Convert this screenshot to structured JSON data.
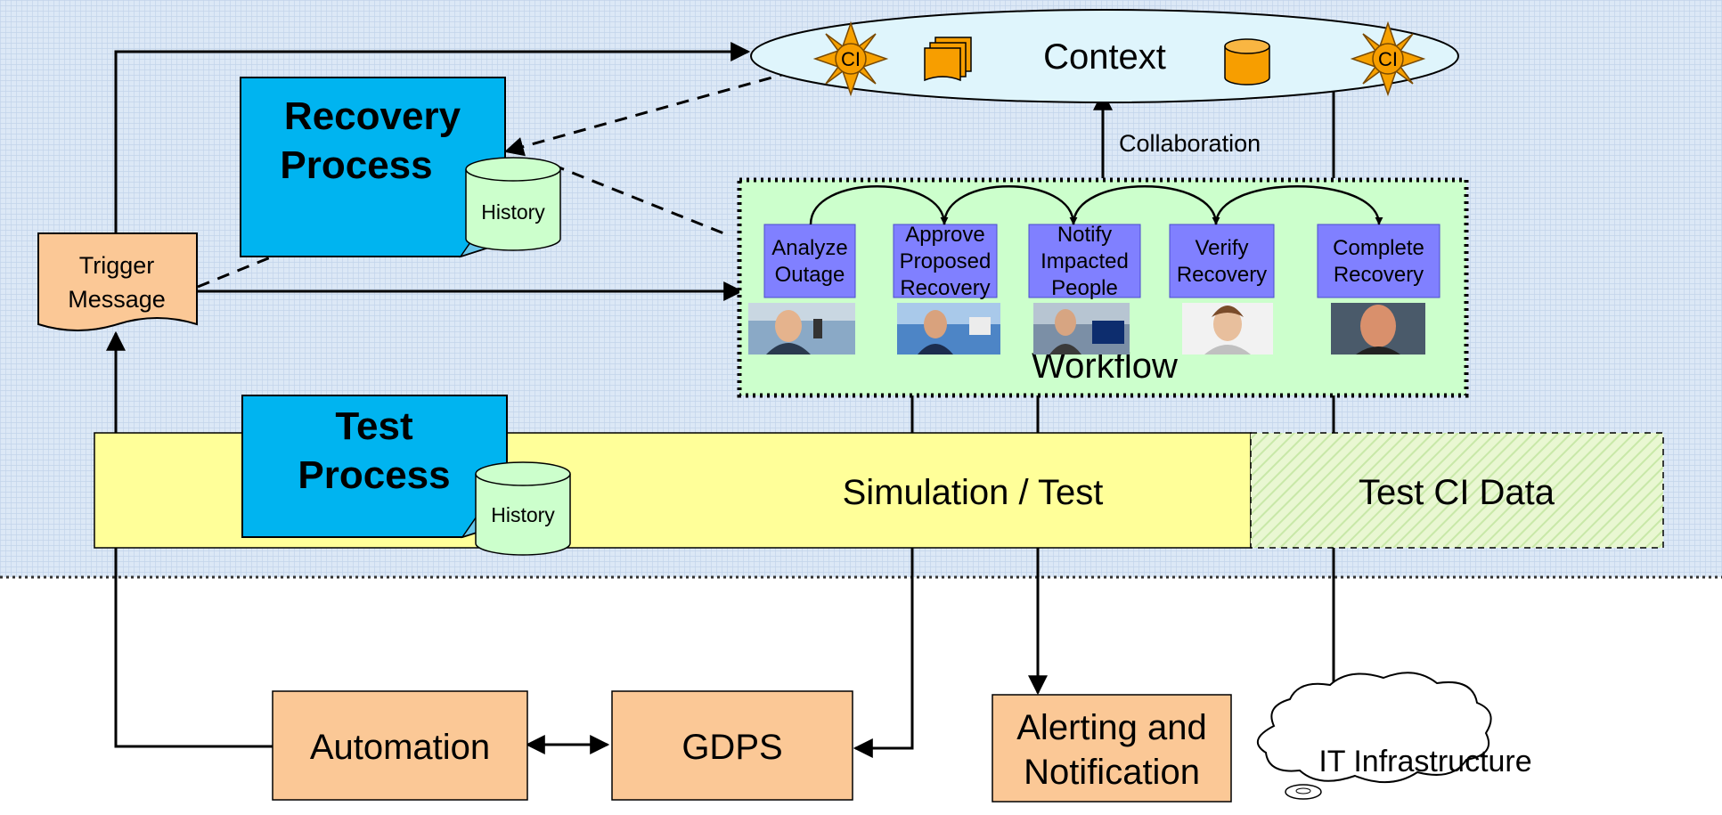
{
  "context": {
    "label": "Context",
    "ci_badge": "CI"
  },
  "recovery_process": {
    "line1": "Recovery",
    "line2": "Process",
    "history_label": "History"
  },
  "test_process": {
    "line1": "Test",
    "line2": "Process",
    "history_label": "History"
  },
  "trigger_message": {
    "line1": "Trigger",
    "line2": "Message"
  },
  "collaboration_label": "Collaboration",
  "workflow": {
    "label": "Workflow",
    "steps": [
      {
        "lines": [
          "Analyze",
          "Outage"
        ]
      },
      {
        "lines": [
          "Approve",
          "Proposed",
          "Recovery"
        ]
      },
      {
        "lines": [
          "Notify",
          "Impacted",
          "People"
        ]
      },
      {
        "lines": [
          "Verify",
          "Recovery"
        ]
      },
      {
        "lines": [
          "Complete",
          "Recovery"
        ]
      }
    ]
  },
  "simulation_test_label": "Simulation / Test",
  "test_ci_data_label": "Test CI Data",
  "automation_label": "Automation",
  "gdps_label": "GDPS",
  "alerting": {
    "line1": "Alerting and",
    "line2": "Notification"
  },
  "it_infrastructure_label": "IT Infrastructure",
  "colors": {
    "upper_region": "#dbe9f8",
    "context_fill": "#dff3fb",
    "process_fill": "#00b4f0",
    "history_fill": "#ccffcc",
    "trigger_fill": "#fbc896",
    "workflow_fill": "#ccffcc",
    "step_fill": "#8080ff",
    "simulation_fill": "#ffff99",
    "test_ci_fill": "#e6f5c8",
    "bottom_box_fill": "#fbc896",
    "ci_orange": "#f79e00"
  }
}
